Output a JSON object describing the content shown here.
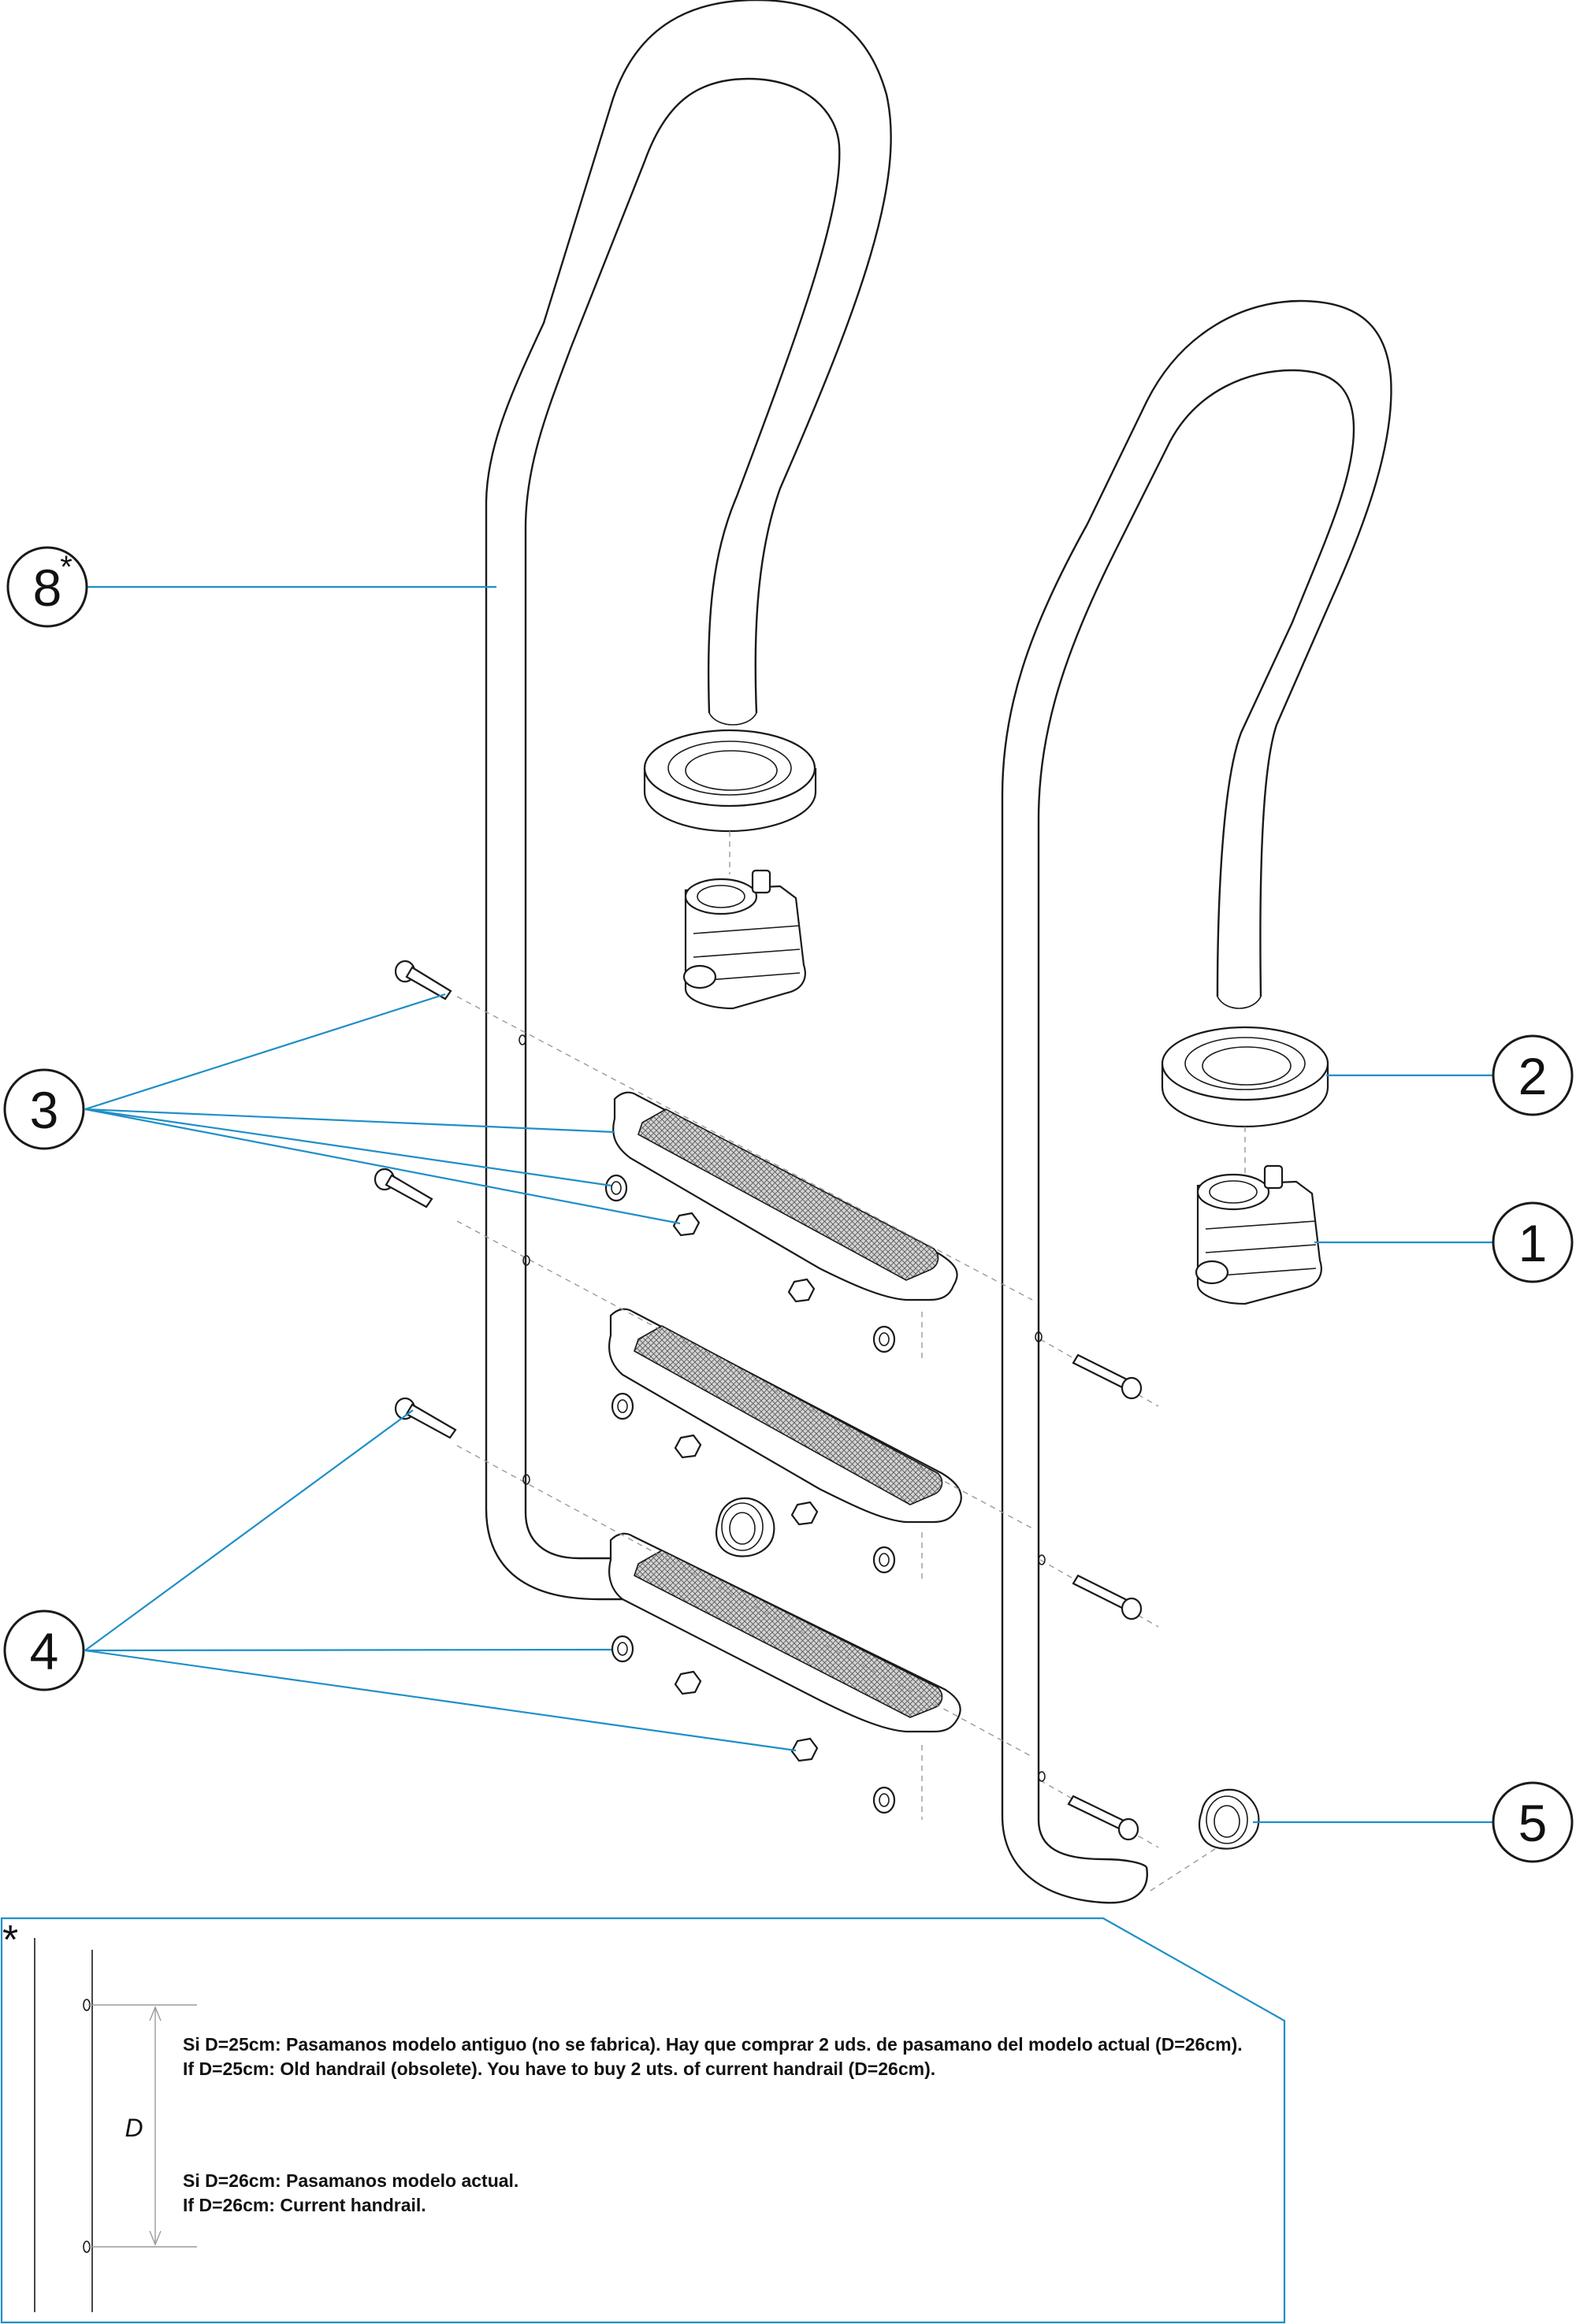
{
  "callouts": {
    "c1": "1",
    "c2": "2",
    "c3": "3",
    "c4": "4",
    "c5": "5",
    "c8": "8",
    "c8_star": "*"
  },
  "note": {
    "star": "*",
    "dimension_label": "D",
    "line1": "Si D=25cm: Pasamanos modelo antiguo (no se fabrica). Hay que comprar 2 uds. de pasamano del modelo actual (D=26cm).",
    "line2": "If D=25cm: Old handrail (obsolete). You have to buy 2 uts. of current handrail (D=26cm).",
    "line3": "Si D=26cm: Pasamanos modelo actual.",
    "line4": "If D=26cm: Current handrail."
  },
  "colors": {
    "leader": "#1f8fc8",
    "outline": "#1a1a1a",
    "dashed": "#9a9a9a",
    "background": "#ffffff"
  }
}
